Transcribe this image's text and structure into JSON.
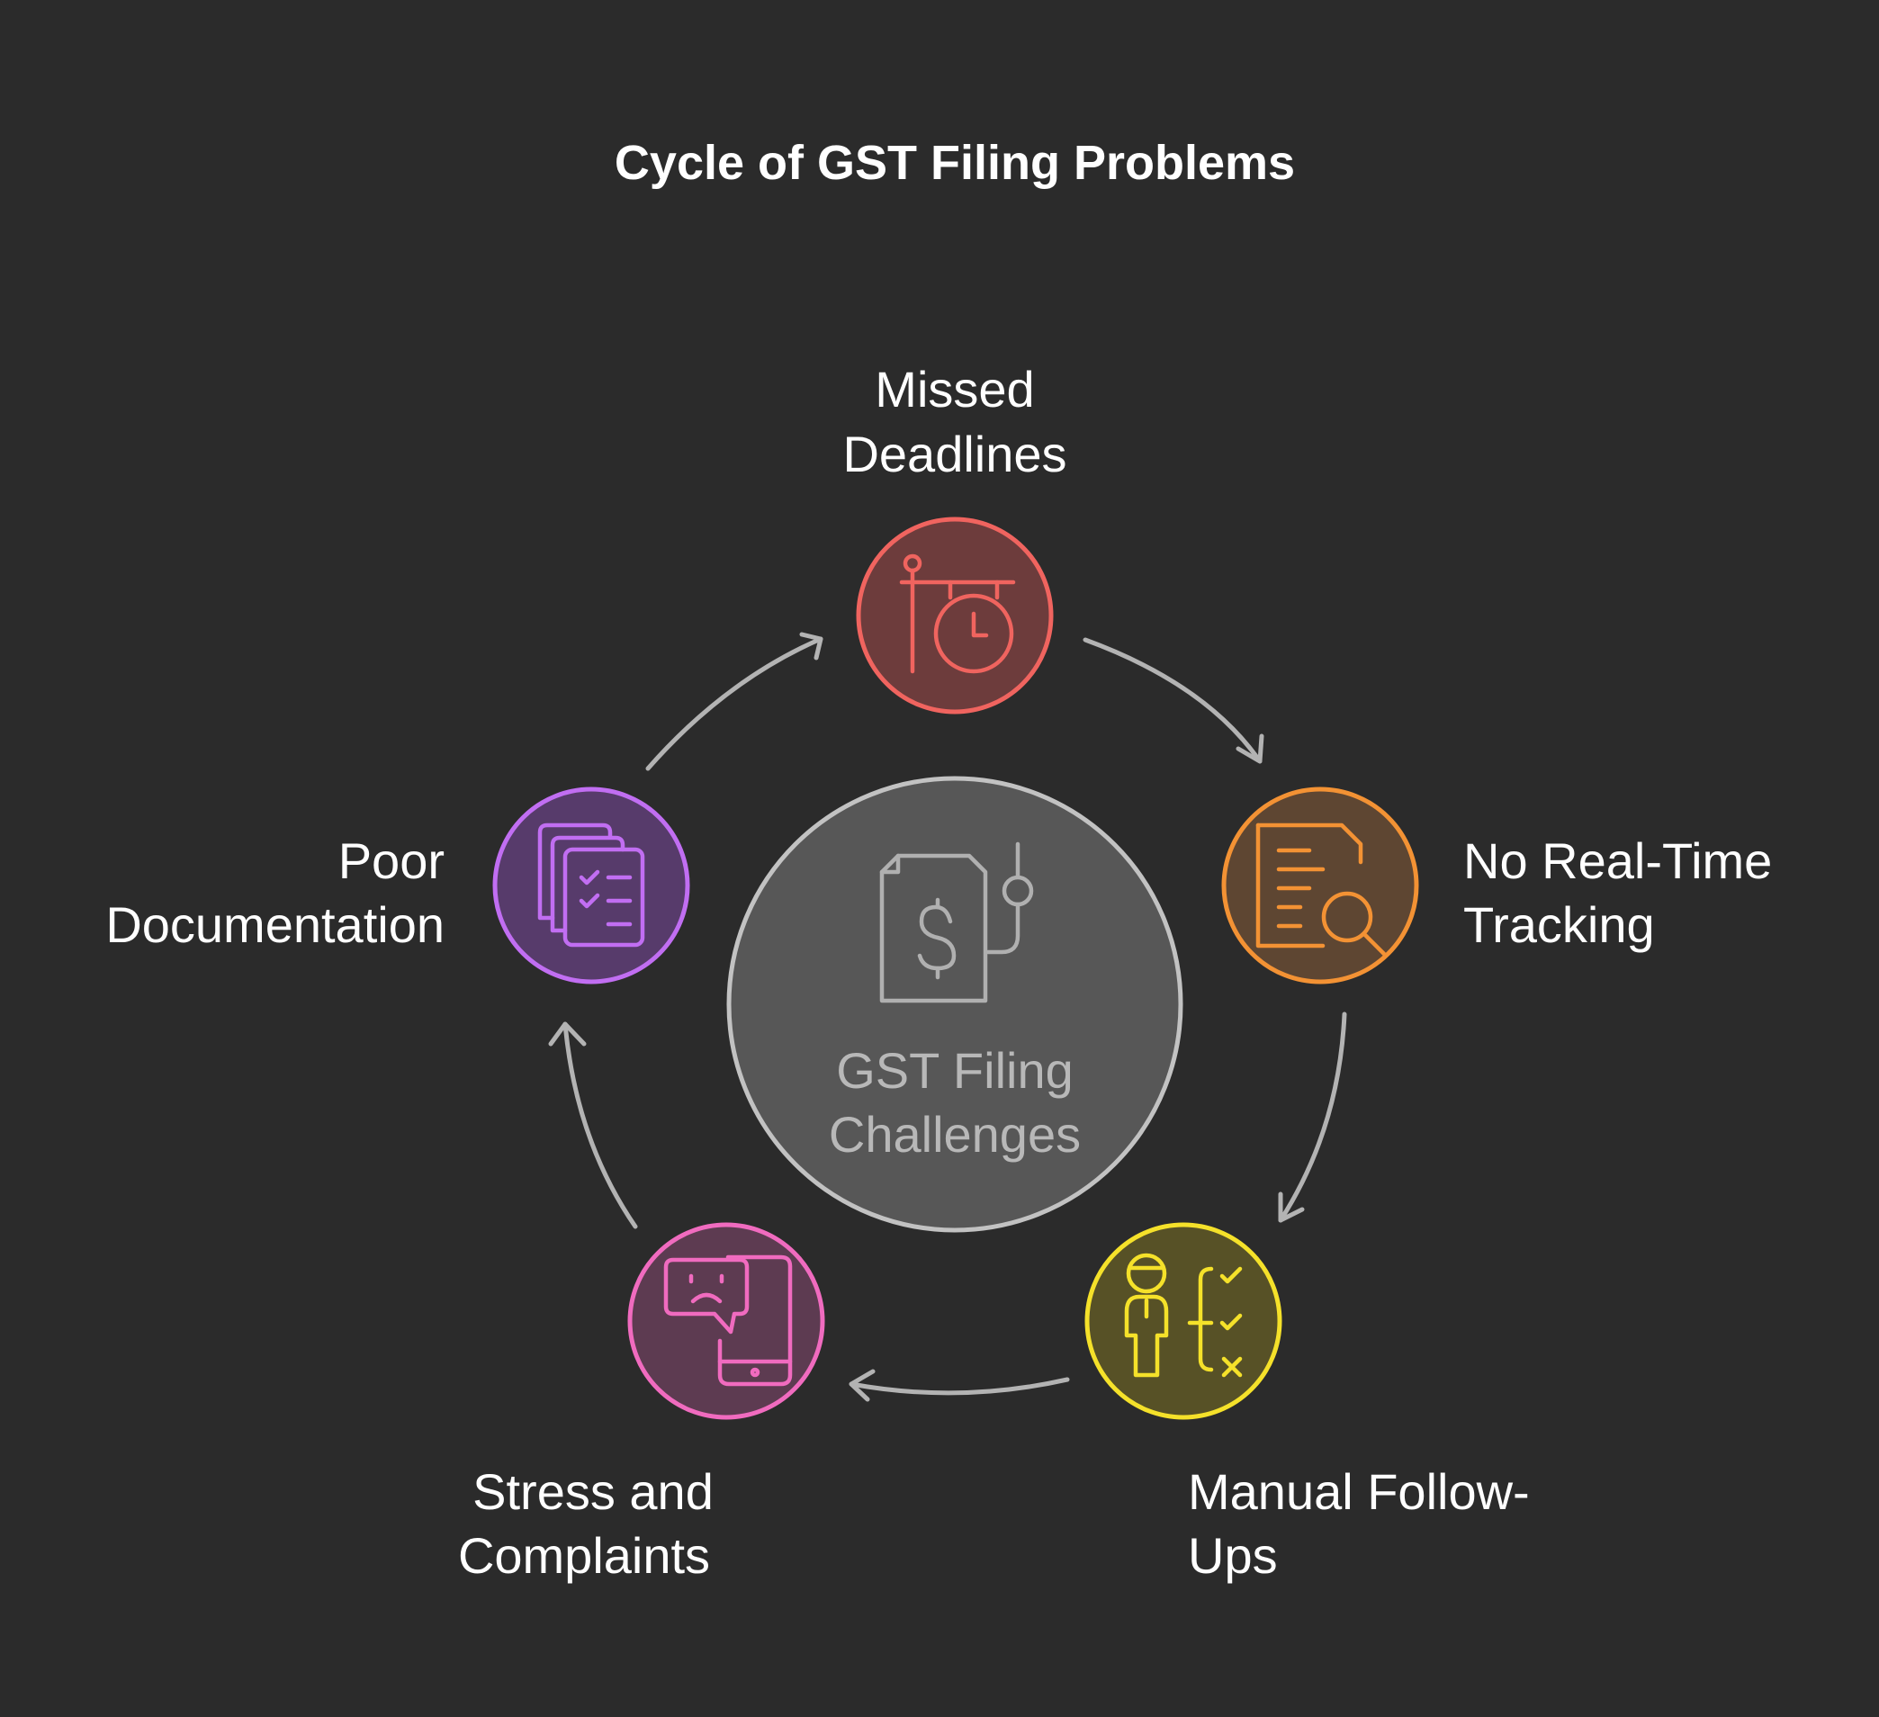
{
  "title": "Cycle of GST Filing Problems",
  "center": {
    "line1": "GST Filing",
    "line2": "Challenges",
    "icon": "tax-document-dollar-icon"
  },
  "nodes": [
    {
      "line1": "Missed",
      "line2": "Deadlines",
      "icon": "clock-sign-icon",
      "color": "#f0645f"
    },
    {
      "line1": "No Real-Time",
      "line2": "Tracking",
      "icon": "document-search-icon",
      "color": "#f39234"
    },
    {
      "line1": "Manual Follow-",
      "line2": "Ups",
      "icon": "person-checklist-icon",
      "color": "#f5e12a"
    },
    {
      "line1": "Stress and",
      "line2": "Complaints",
      "icon": "phone-sad-message-icon",
      "color": "#f06bbf"
    },
    {
      "line1": "Poor",
      "line2": "Documentation",
      "icon": "stacked-checklists-icon",
      "color": "#c16ef2"
    }
  ]
}
